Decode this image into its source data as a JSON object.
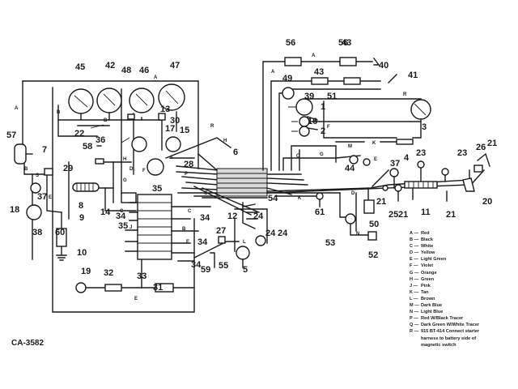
{
  "diagram": {
    "code": "CA-3582",
    "component_numbers": [
      "1",
      "2",
      "3",
      "4",
      "5",
      "6",
      "7",
      "8",
      "9",
      "10",
      "11",
      "12",
      "13",
      "14",
      "15",
      "16",
      "17",
      "18",
      "19",
      "20",
      "21",
      "21",
      "21",
      "21",
      "22",
      "23",
      "23",
      "24",
      "24",
      "24",
      "25",
      "26",
      "27",
      "28",
      "29",
      "30",
      "31",
      "32",
      "33",
      "34",
      "34",
      "34",
      "34",
      "35",
      "35",
      "36",
      "37",
      "37",
      "38",
      "39",
      "40",
      "41",
      "42",
      "43",
      "43",
      "44",
      "45",
      "46",
      "47",
      "48",
      "49",
      "50",
      "51",
      "52",
      "53",
      "54",
      "55",
      "56",
      "56",
      "57",
      "58",
      "59",
      "60",
      "61"
    ],
    "wire_letters": [
      "A",
      "A",
      "A",
      "B",
      "B",
      "B",
      "C",
      "D",
      "E",
      "E",
      "F",
      "G",
      "G",
      "H",
      "H",
      "J",
      "K",
      "K",
      "L",
      "M",
      "N",
      "P",
      "Q",
      "R",
      "R",
      "S",
      "S",
      "A",
      "B",
      "C",
      "D",
      "E",
      "E",
      "F",
      "G"
    ]
  },
  "legend": [
    {
      "key": "A",
      "desc": "Red"
    },
    {
      "key": "B",
      "desc": "Black"
    },
    {
      "key": "C",
      "desc": "White"
    },
    {
      "key": "D",
      "desc": "Yellow"
    },
    {
      "key": "E",
      "desc": "Light Green"
    },
    {
      "key": "F",
      "desc": "Violet"
    },
    {
      "key": "G",
      "desc": "Orange"
    },
    {
      "key": "H",
      "desc": "Green"
    },
    {
      "key": "J",
      "desc": "Pink"
    },
    {
      "key": "K",
      "desc": "Tan"
    },
    {
      "key": "L",
      "desc": "Brown"
    },
    {
      "key": "M",
      "desc": "Dark Blue"
    },
    {
      "key": "N",
      "desc": "Light Blue"
    },
    {
      "key": "P",
      "desc": "Red W/Black Tracer"
    },
    {
      "key": "Q",
      "desc": "Dark Green W/White Tracer"
    },
    {
      "key": "R",
      "desc": "915 BT-414 Connect starter"
    },
    {
      "key": "",
      "desc": "harness to battery side of"
    },
    {
      "key": "",
      "desc": "magnetic switch"
    }
  ]
}
